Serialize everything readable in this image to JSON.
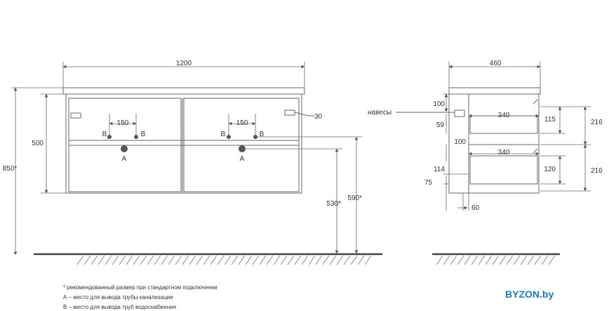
{
  "front_view": {
    "width_label": "1200",
    "height_total_label": "850*",
    "body_height_label": "500",
    "pipe_spacing_label": "150",
    "pipe_b_label": "B",
    "pipe_a_label": "A",
    "hinge_offset_label": "30",
    "drain_height_label": "530*",
    "supply_height_label": "590*"
  },
  "side_view": {
    "depth_label": "460",
    "hinges_label": "навесы",
    "top_offset_label": "100",
    "hinge_gap_label": "59",
    "mid_offset_label": "100",
    "drawer_top_width_label": "340",
    "drawer_bottom_width_label": "340",
    "top_inner_label": "115",
    "top_outer_label": "216",
    "bottom_inner_label": "120",
    "bottom_outer_label": "216",
    "lower_offset_label": "114",
    "base_offset_label": "75",
    "foot_label": "60"
  },
  "notes": {
    "recommended": "* рекомендованный размер при стандартном подключении",
    "a_note": "А – место для вывода трубы канализации",
    "b_note": "В – место для вывода труб водоснабжения"
  },
  "brand": "BYZON.by",
  "colors": {
    "line": "#666666",
    "text": "#333333",
    "brand": "#1e78c8"
  }
}
